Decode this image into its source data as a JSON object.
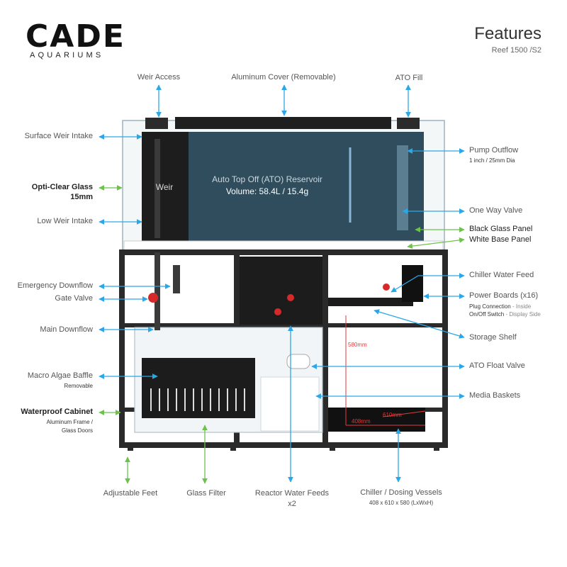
{
  "brand": {
    "name": "CADE",
    "tagline": "AQUARIUMS"
  },
  "header": {
    "title": "Features",
    "subtitle": "Reef 1500 /S2"
  },
  "tank_labels": {
    "weir": "Weir",
    "ato_reservoir": "Auto Top Off (ATO) Reservoir",
    "ato_volume": "Volume: 58.4L / 15.4g"
  },
  "dimensions": {
    "height": "580mm",
    "width": "610mm",
    "depth": "408mm"
  },
  "callouts": {
    "weir_access": "Weir Access",
    "aluminum_cover": "Aluminum Cover (Removable)",
    "ato_fill": "ATO Fill",
    "surface_weir_intake": "Surface Weir Intake",
    "opti_clear_glass": "Opti-Clear Glass",
    "opti_clear_glass_sub": "15mm",
    "low_weir_intake": "Low Weir Intake",
    "pump_outflow": "Pump Outflow",
    "pump_outflow_sub": "1 inch / 25mm Dia",
    "one_way_valve": "One Way Valve",
    "black_glass_panel": "Black Glass Panel",
    "white_base_panel": "White Base Panel",
    "emergency_downflow": "Emergency Downflow",
    "gate_valve": "Gate Valve",
    "main_downflow": "Main Downflow",
    "chiller_water_feed": "Chiller Water Feed",
    "power_boards": "Power Boards (x16)",
    "power_boards_sub1": "Plug Connection",
    "power_boards_sub1_note": "- Inside",
    "power_boards_sub2": "On/Off Switch",
    "power_boards_sub2_note": "- Display Side",
    "storage_shelf": "Storage Shelf",
    "macro_algae_baffle": "Macro Algae Baffle",
    "macro_algae_baffle_sub": "Removable",
    "ato_float_valve": "ATO Float Valve",
    "media_baskets": "Media Baskets",
    "waterproof_cabinet": "Waterproof Cabinet",
    "waterproof_cabinet_sub1": "Aluminum Frame /",
    "waterproof_cabinet_sub2": "Glass Doors",
    "adjustable_feet": "Adjustable Feet",
    "glass_filter": "Glass Filter",
    "reactor_water_feeds": "Reactor Water Feeds",
    "reactor_water_feeds_sub": "x2",
    "chiller_dosing": "Chiller / Dosing Vessels",
    "chiller_dosing_sub": "408 x 610 x 580 (LxWxH)"
  },
  "colors": {
    "arrow_blue": "#2aa7e8",
    "arrow_green": "#6cc24a",
    "reservoir": "#2f4d5c",
    "cabinet": "#2a2a2a",
    "dimension_red": "#e03a3a",
    "valve_red": "#d62a2a"
  }
}
